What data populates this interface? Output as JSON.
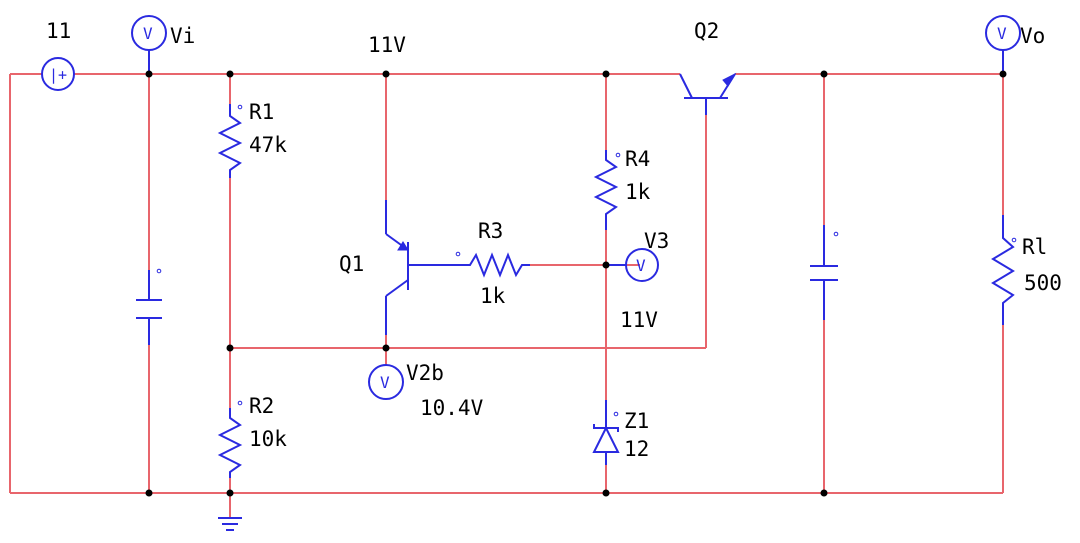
{
  "colors": {
    "wire": "#e8656c",
    "component": "#2a2ae0",
    "node": "#000000",
    "text": "#000000"
  },
  "source": {
    "value": "11",
    "symbol": "|+"
  },
  "meters": {
    "vi": {
      "symbol": "V",
      "label": "Vi"
    },
    "vo": {
      "symbol": "V",
      "label": "Vo"
    },
    "v3": {
      "symbol": "V",
      "label": "V3"
    },
    "v2b": {
      "symbol": "V",
      "label": "V2b"
    }
  },
  "readings": {
    "top_rail": "11V",
    "v3": "11V",
    "v2b": "10.4V"
  },
  "components": {
    "r1": {
      "name": "R1",
      "value": "47k"
    },
    "r2": {
      "name": "R2",
      "value": "10k"
    },
    "r3": {
      "name": "R3",
      "value": "1k"
    },
    "r4": {
      "name": "R4",
      "value": "1k"
    },
    "rl": {
      "name": "Rl",
      "value": "500"
    },
    "q1": {
      "name": "Q1"
    },
    "q2": {
      "name": "Q2"
    },
    "z1": {
      "name": "Z1",
      "value": "12"
    }
  }
}
